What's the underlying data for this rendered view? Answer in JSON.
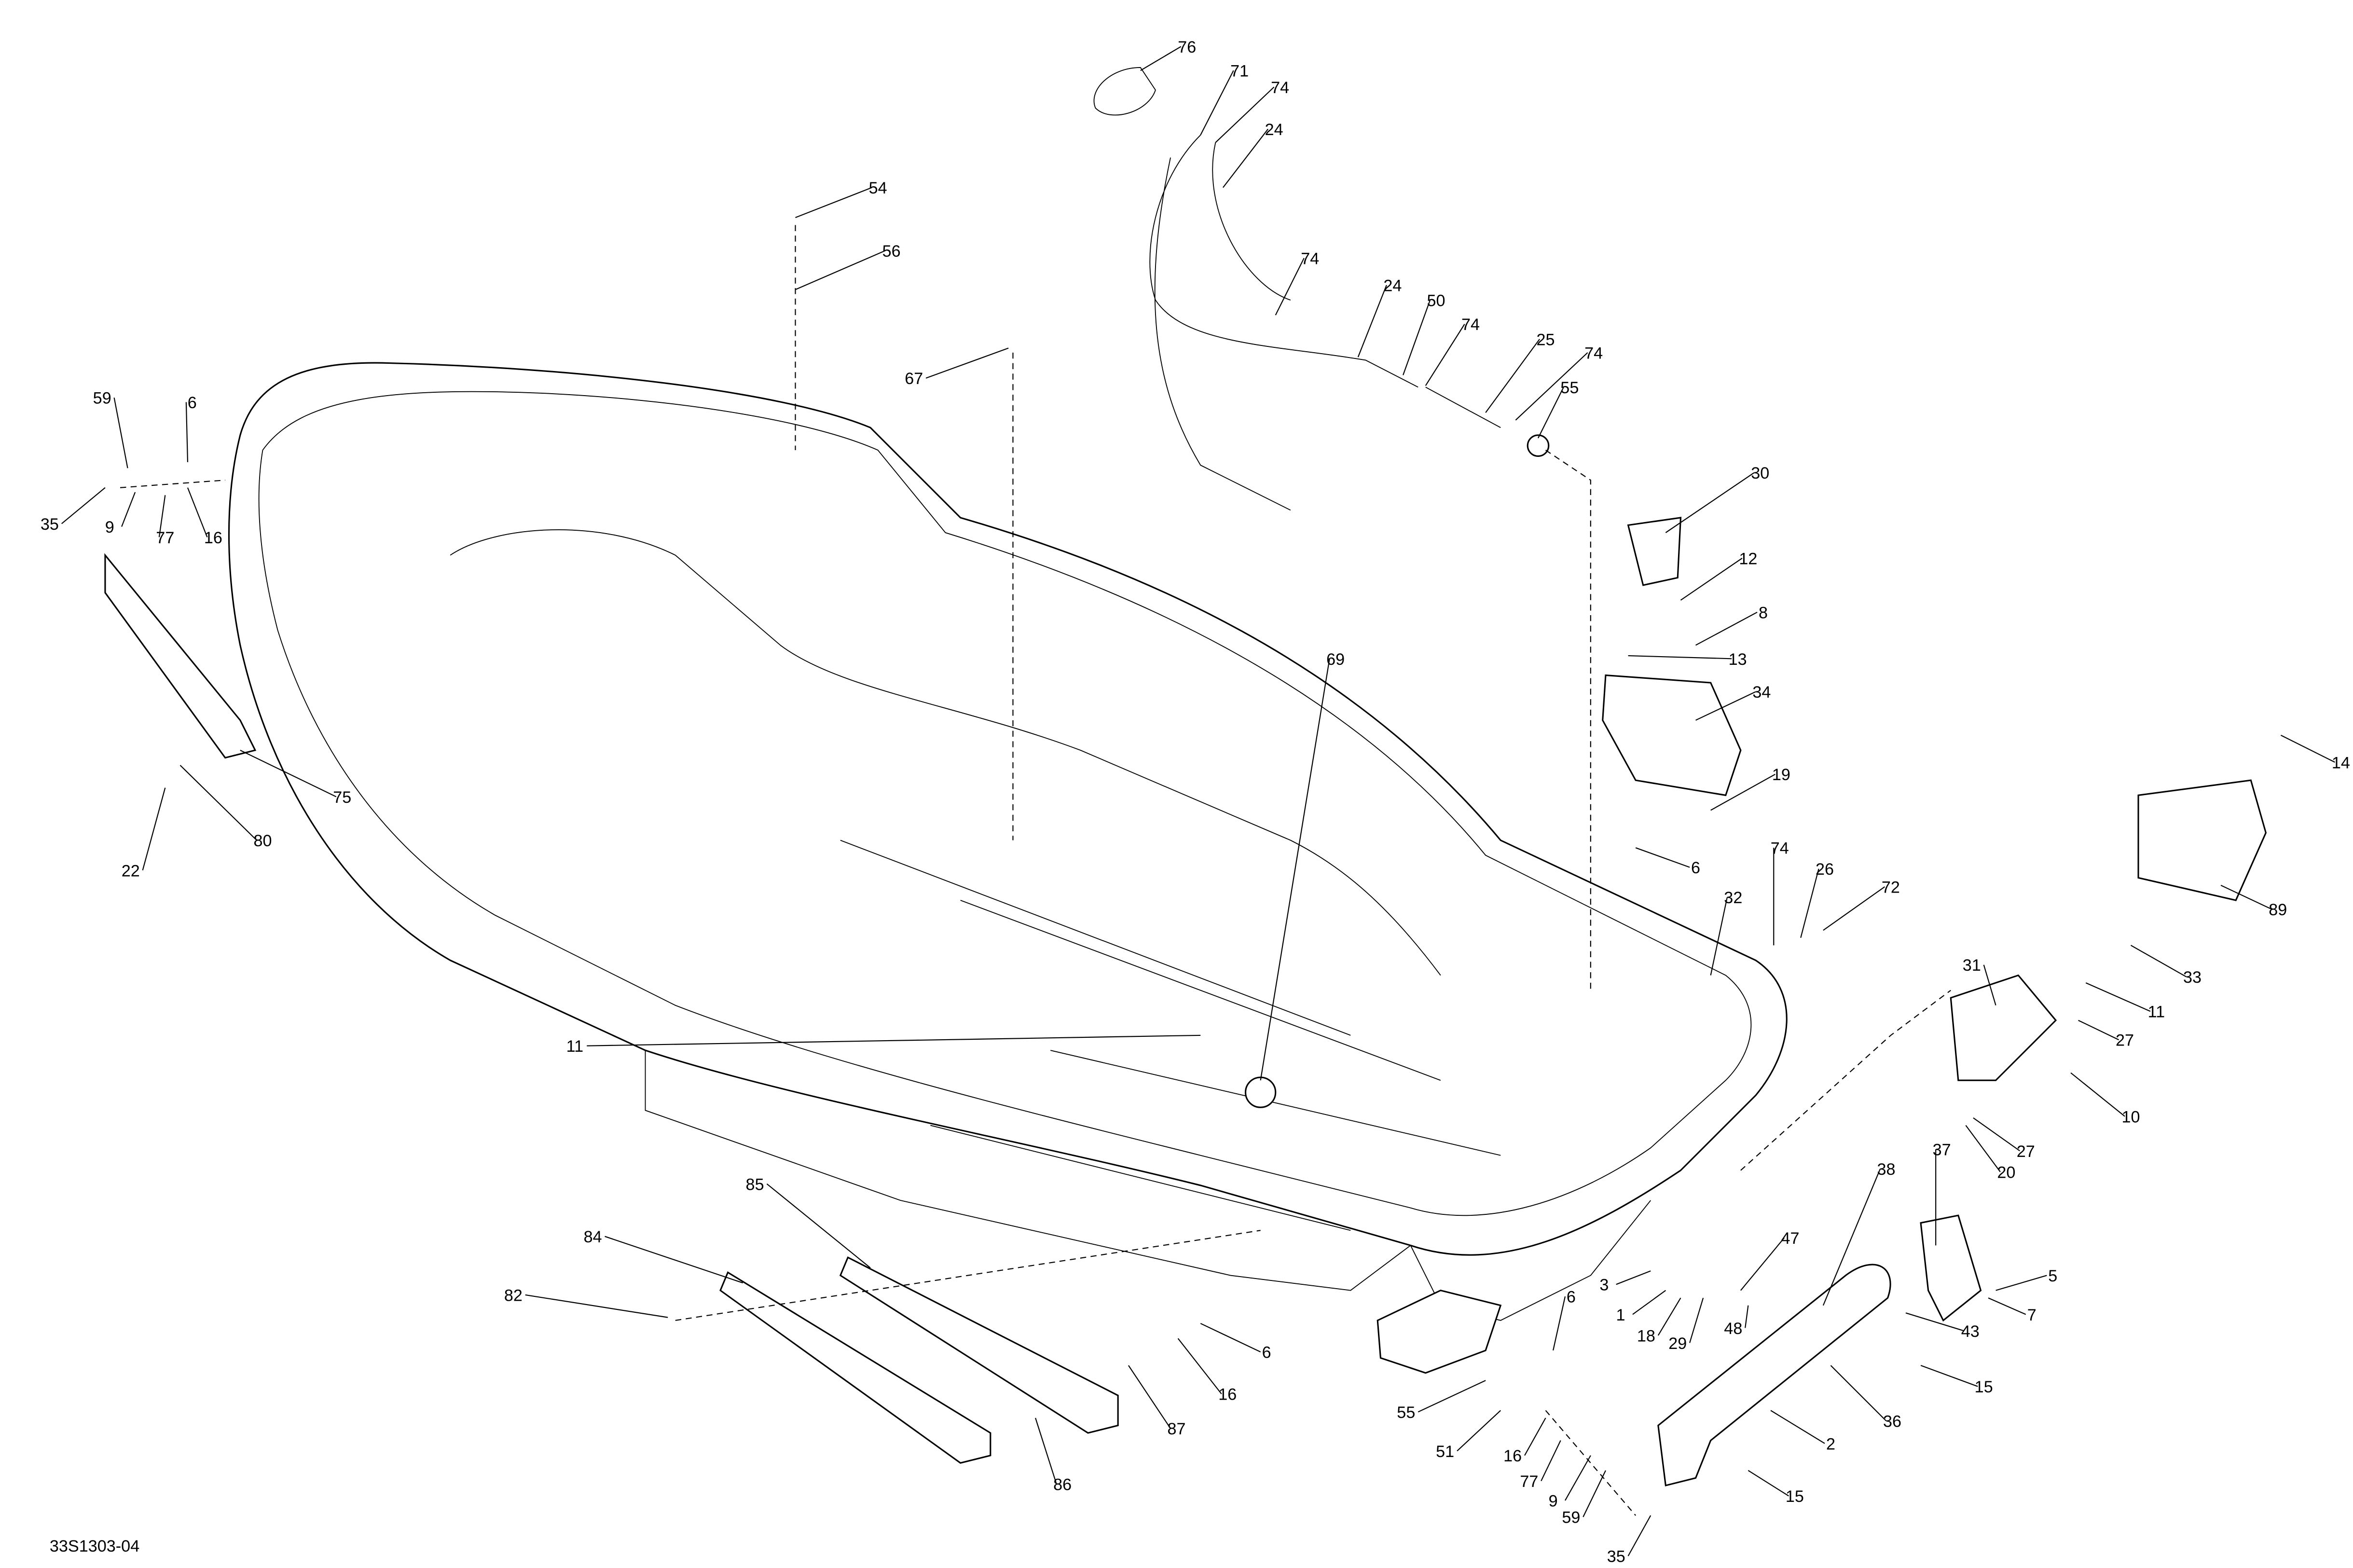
{
  "diagram": {
    "reference_code": "33S1303-04",
    "callouts": [
      "76",
      "71",
      "74",
      "24",
      "54",
      "56",
      "74",
      "24",
      "50",
      "74",
      "25",
      "74",
      "55",
      "67",
      "59",
      "6",
      "35",
      "9",
      "77",
      "16",
      "30",
      "12",
      "8",
      "13",
      "69",
      "34",
      "75",
      "80",
      "22",
      "19",
      "14",
      "6",
      "89",
      "74",
      "26",
      "72",
      "32",
      "33",
      "31",
      "11",
      "27",
      "11",
      "10",
      "27",
      "20",
      "38",
      "37",
      "85",
      "84",
      "47",
      "5",
      "3",
      "6",
      "1",
      "7",
      "18",
      "29",
      "48",
      "43",
      "82",
      "6",
      "36",
      "16",
      "15",
      "55",
      "87",
      "51",
      "16",
      "2",
      "77",
      "86",
      "9",
      "15",
      "59",
      "35"
    ]
  }
}
